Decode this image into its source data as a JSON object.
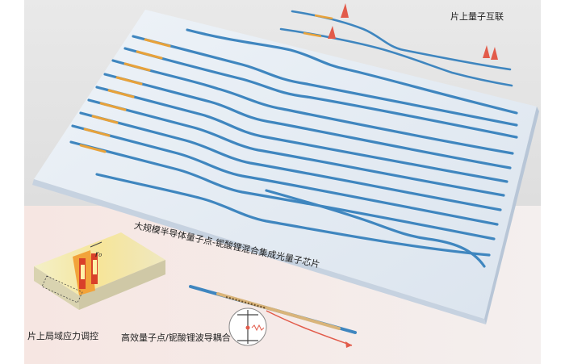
{
  "labels": {
    "interconnect": "片上量子互联",
    "main": "大规模半导体量子点-铌酸锂混合集成光量子芯片",
    "strain": "片上局域应力调控",
    "coupling": "高效量子点/铌酸锂波导耦合",
    "r0": "r₀"
  },
  "colors": {
    "waveguide": "#5fa8d6",
    "waveguide_edge": "#2f6e9e",
    "chip": "#dfe7f1",
    "chip_side": "#cfd9e6",
    "background_top": "#e6e6e6",
    "background_bottom": "#f3e6e3",
    "gold": "#e8a23a",
    "pulse": "#e25b4a"
  },
  "icons": [
    "pulse-icon",
    "quantum-dot-icon",
    "emission-icon"
  ]
}
